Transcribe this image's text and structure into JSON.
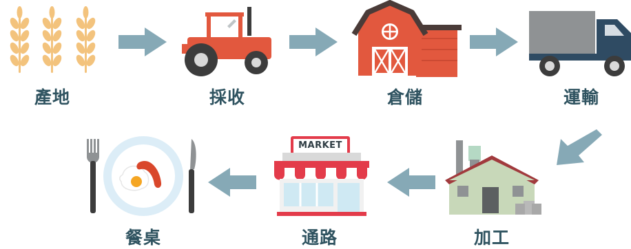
{
  "steps": [
    {
      "label": "產地",
      "icon": "wheat-icon"
    },
    {
      "label": "採收",
      "icon": "tractor-icon"
    },
    {
      "label": "倉儲",
      "icon": "barn-icon"
    },
    {
      "label": "運輸",
      "icon": "truck-icon"
    },
    {
      "label": "加工",
      "icon": "factory-icon"
    },
    {
      "label": "通路",
      "icon": "market-store-icon"
    },
    {
      "label": "餐桌",
      "icon": "dining-plate-icon"
    }
  ],
  "market_sign": "MARKET",
  "colors": {
    "label": "#2f5360",
    "arrow": "#86a9b6",
    "wheat": "#f3c37d",
    "barn_red": "#e2583e",
    "truck_blue": "#2f4b63",
    "factory_green": "#c8d8b9",
    "awning_red": "#e33b4a"
  }
}
